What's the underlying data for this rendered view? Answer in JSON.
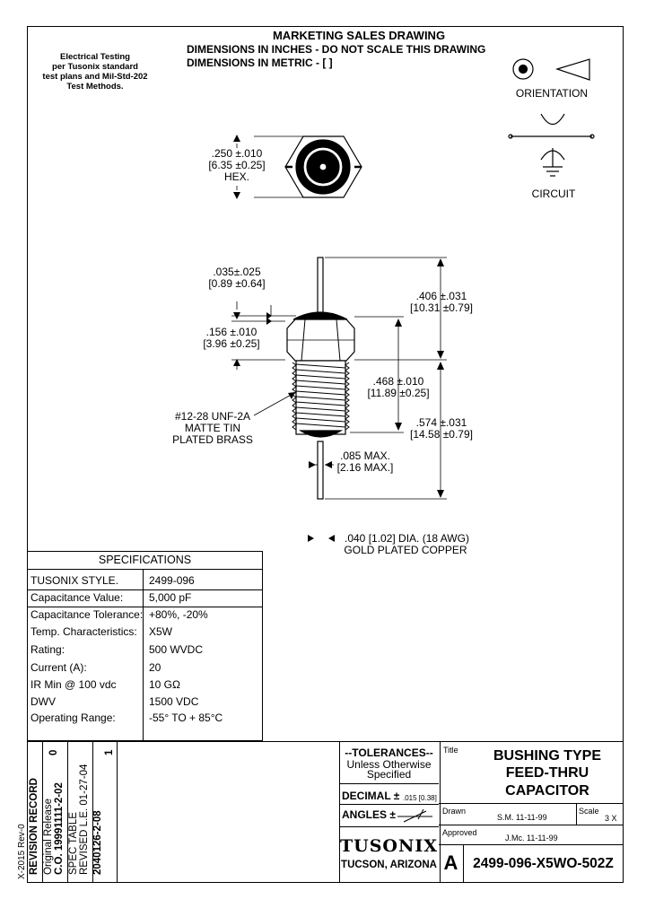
{
  "header": {
    "title": "MARKETING SALES DRAWING",
    "line1": "DIMENSIONS IN INCHES - DO NOT SCALE THIS DRAWING",
    "line2": "DIMENSIONS IN METRIC - [  ]"
  },
  "testing_note": [
    "Electrical Testing",
    "per Tusonix standard",
    "test plans and Mil-Std-202",
    "Test Methods."
  ],
  "orientation_label": "ORIENTATION",
  "circuit_label": "CIRCUIT",
  "dims": {
    "hex_in": ".250 ±.010",
    "hex_mm": "[6.35 ±0.25]",
    "hex_label": "HEX.",
    "d035_in": ".035±.025",
    "d035_mm": "[0.89 ±0.64]",
    "d156_in": ".156 ±.010",
    "d156_mm": "[3.96 ±0.25]",
    "d406_in": ".406 ±.031",
    "d406_mm": "[10.31 ±0.79]",
    "d468_in": ".468 ±.010",
    "d468_mm": "[11.89 ±0.25]",
    "d574_in": ".574 ±.031",
    "d574_mm": "[14.58 ±0.79]",
    "d085_in": ".085 MAX.",
    "d085_mm": "[2.16 MAX.]",
    "thread1": "#12-28 UNF-2A",
    "thread2": "MATTE TIN",
    "thread3": "PLATED BRASS",
    "wire1": ".040 [1.02] DIA. (18 AWG)",
    "wire2": "GOLD PLATED COPPER"
  },
  "specifications": {
    "title": "SPECIFICATIONS",
    "rows": [
      {
        "label": "TUSONIX STYLE.",
        "value": "2499-096"
      },
      {
        "label": "Capacitance Value:",
        "value": "5,000 pF"
      },
      {
        "label": "Capacitance Tolerance:",
        "value": "+80%, -20%"
      },
      {
        "label": "Temp. Characteristics:",
        "value": "X5W"
      },
      {
        "label": "Rating:",
        "value": "500 WVDC"
      },
      {
        "label": "Current  (A):",
        "value": "20"
      },
      {
        "label": "IR Min @ 100 vdc",
        "value": "10 GΩ"
      },
      {
        "label": "DWV",
        "value": "1500 VDC"
      },
      {
        "label": "Operating Range:",
        "value": "-55° TO + 85°C"
      }
    ]
  },
  "revision": {
    "form": "X-2015 Rev-0",
    "title": "REVISION RECORD",
    "rev0_num": "0",
    "rev0_a": "Original Release",
    "rev0_b": "C.O. 19991111-2-02",
    "rev1_num": "1",
    "rev1_a": "SPEC TABLE",
    "rev1_b": "REVISED L.E. 01-27-04",
    "rev1_c": "2040126-2-08"
  },
  "tolerances": {
    "title": "--TOLERANCES--",
    "sub1": "Unless Otherwise",
    "sub2": "Specified",
    "decimal_label": "DECIMAL ±",
    "decimal_value": ".015 [0.38]",
    "angles_label": "ANGLES ±"
  },
  "company": {
    "name": "TUSONIX",
    "city": "TUCSON, ARIZONA"
  },
  "title_block": {
    "title_label": "Title",
    "title_lines": [
      "BUSHING TYPE",
      "FEED-THRU",
      "CAPACITOR"
    ],
    "drawn_label": "Drawn",
    "drawn_value": "S.M. 11-11-99",
    "scale_label": "Scale",
    "scale_value": "3 X",
    "approved_label": "Approved",
    "approved_value": "J.Mc. 11-11-99",
    "size": "A",
    "part_number": "2499-096-X5WO-502Z"
  }
}
